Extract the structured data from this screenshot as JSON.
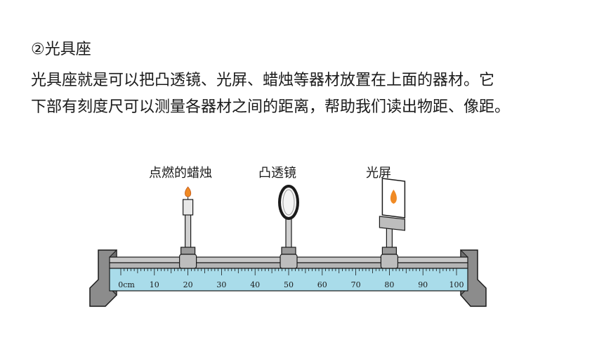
{
  "heading": "②光具座",
  "paragraph": {
    "line1": "光具座就是可以把凸透镜、光屏、蜡烛等器材放置在上面的器材。它",
    "line2": "下部有刻度尺可以测量各器材之间的距离，帮助我们读出物距、像距。"
  },
  "labels": {
    "candle": "点燃的蜡烛",
    "lens": "凸透镜",
    "screen": "光屏"
  },
  "ruler": {
    "tick_labels": [
      "0cm",
      "10",
      "20",
      "30",
      "40",
      "50",
      "60",
      "70",
      "80",
      "90",
      "100"
    ],
    "max_cm": 100
  },
  "positions_cm": {
    "candle": 20,
    "lens": 50,
    "screen": 80
  },
  "colors": {
    "ruler_fill": "#a9dcea",
    "rail": "#c8c8c8",
    "end_block": "#8c8c8c",
    "flame": "#f08a24",
    "outline": "#1a1a1a"
  }
}
